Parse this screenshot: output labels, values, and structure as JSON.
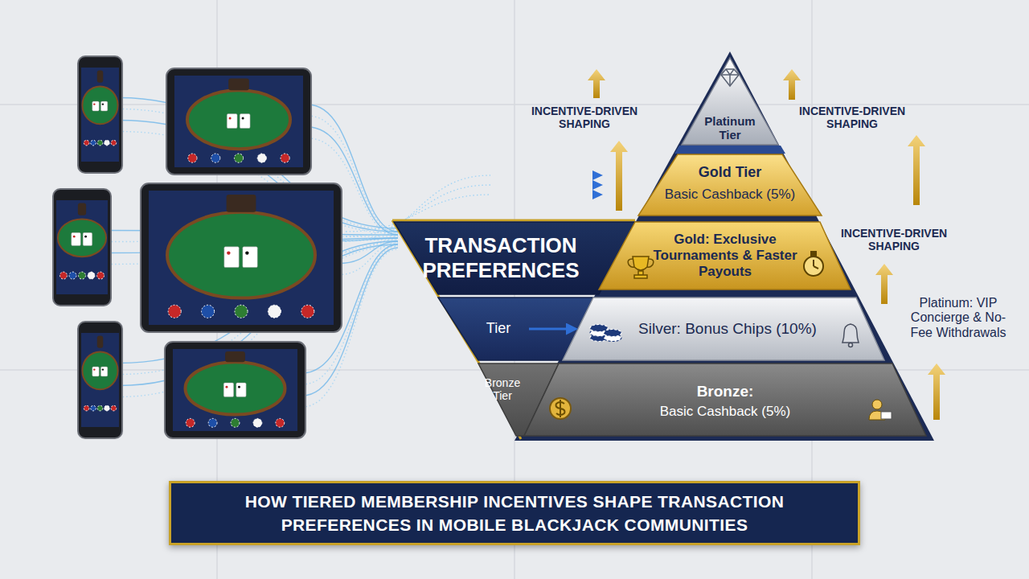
{
  "diagram": {
    "title": "HOW TIERED MEMBERSHIP INCENTIVES SHAPE TRANSACTION PREFERENCES IN MOBILE BLACKJACK COMMUNITIES",
    "nodes": [
      {
        "text": [
          "Platinum Tier"
        ]
      },
      {
        "text": [
          "Gold Tier",
          "Basic Cashback (5%)"
        ]
      },
      {
        "text": [
          "TRANSACTION PREFERENCES"
        ]
      },
      {
        "text": [
          "Gold: Exclusive Tournaments & Faster Payouts"
        ]
      },
      {
        "text": [
          "Tier"
        ]
      },
      {
        "text": [
          "Silver: Bonus Chips (10%)"
        ]
      },
      {
        "text": [
          "Bronze Tier"
        ]
      },
      {
        "text": [
          "Bronze:",
          "Basic Cashback (5%)"
        ]
      }
    ],
    "edges": [
      {
        "from": 4,
        "to": 5,
        "arrow": "to"
      }
    ],
    "labels": [
      "INCENTIVE-DRIVEN SHAPING",
      "INCENTIVE-DRIVEN SHAPING",
      "INCENTIVE-DRIVEN SHAPING",
      "Platinum: VIP Concierge & No-Fee Withdrawals"
    ]
  }
}
